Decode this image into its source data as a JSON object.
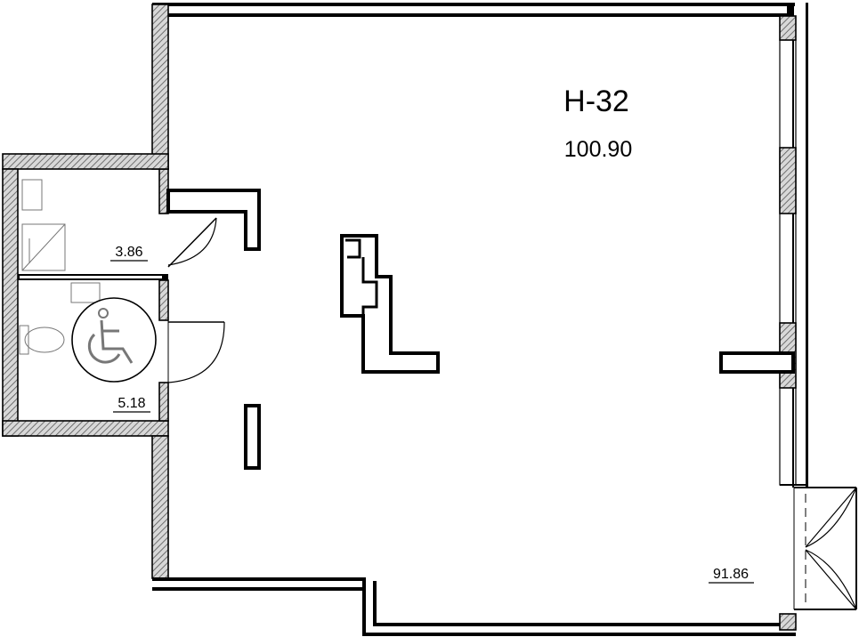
{
  "unit": {
    "name": "Н-32",
    "total_area": "100.90"
  },
  "rooms": [
    {
      "id": "bathroom-small",
      "area": "3.86"
    },
    {
      "id": "bathroom-accessible",
      "area": "5.18"
    },
    {
      "id": "main-hall",
      "area": "91.86"
    }
  ],
  "icons": {
    "accessibility": "wheelchair-icon"
  },
  "colors": {
    "wall": "#000000",
    "hatch": "#444444",
    "background": "#ffffff",
    "fixture": "#777777"
  }
}
